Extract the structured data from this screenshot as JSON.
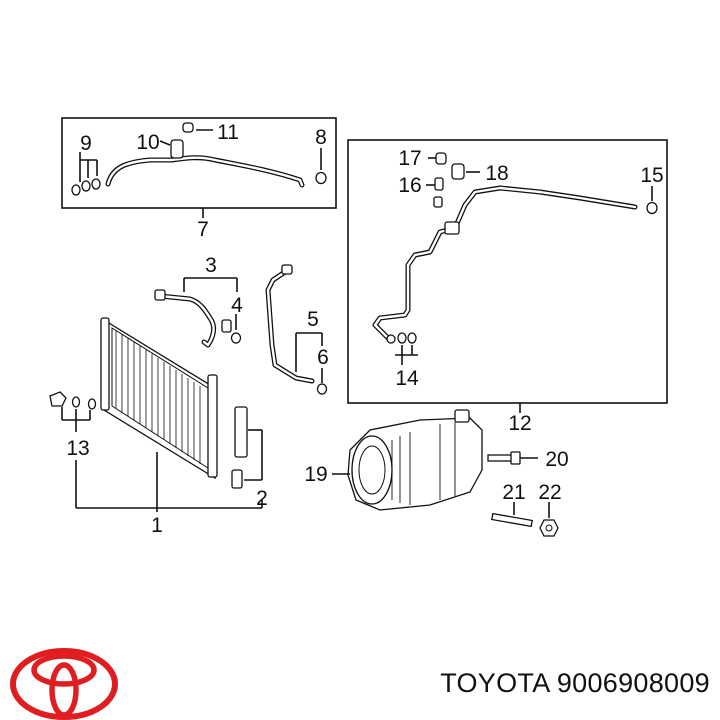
{
  "callouts": {
    "c1": "1",
    "c2": "2",
    "c3": "3",
    "c4": "4",
    "c5": "5",
    "c6": "6",
    "c7": "7",
    "c8": "8",
    "c9": "9",
    "c10": "10",
    "c11": "11",
    "c12": "12",
    "c13": "13",
    "c14": "14",
    "c15": "15",
    "c16": "16",
    "c17": "17",
    "c18": "18",
    "c19": "19",
    "c20": "20",
    "c21": "21",
    "c22": "22"
  },
  "caption": {
    "brand": "TOYOTA",
    "part_number": "9006908009"
  },
  "colors": {
    "logo_red": "#e01e22",
    "line": "#111111"
  }
}
